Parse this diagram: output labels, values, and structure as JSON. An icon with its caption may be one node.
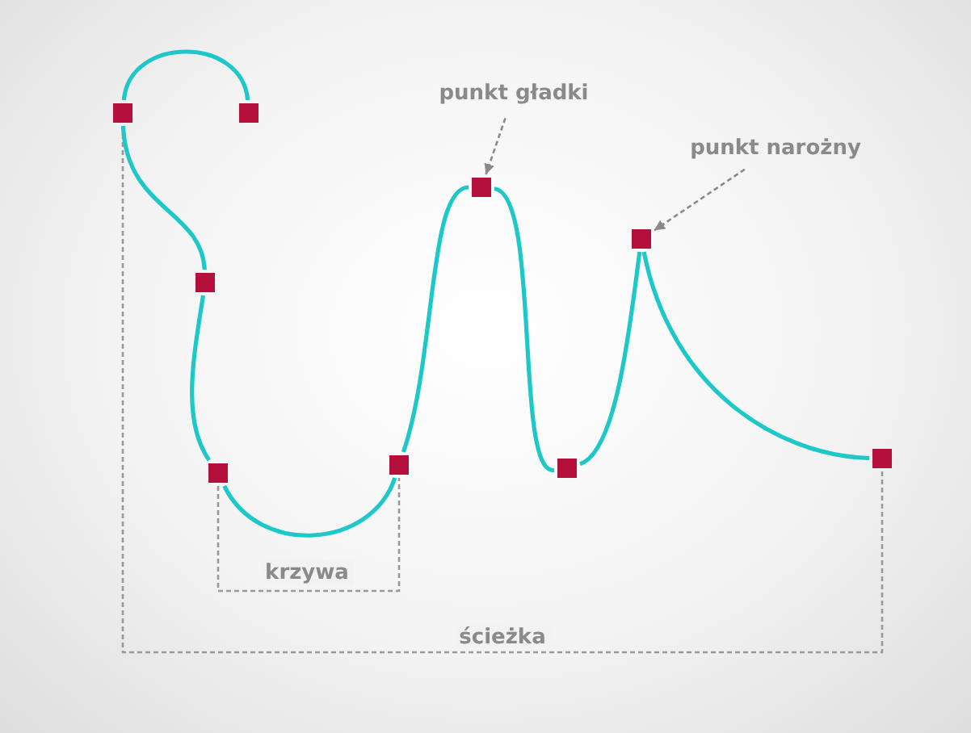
{
  "diagram": {
    "nodes": [
      {
        "text": [
          "punkt gładki"
        ]
      },
      {
        "text": [
          "punkt narożny"
        ]
      },
      {
        "text": [],
        "shape": "box"
      },
      {
        "text": [],
        "shape": "box"
      },
      {
        "text": [],
        "shape": "box"
      },
      {
        "text": [],
        "shape": "box"
      },
      {
        "text": [],
        "shape": "box"
      },
      {
        "text": [],
        "shape": "box"
      },
      {
        "text": [],
        "shape": "box"
      },
      {
        "text": [],
        "shape": "box"
      },
      {
        "text": [],
        "shape": "box"
      }
    ],
    "edges": [
      {
        "from": 5,
        "to": 2,
        "arrow": "none"
      },
      {
        "from": 2,
        "to": 3,
        "arrow": "none"
      },
      {
        "from": 3,
        "to": 4,
        "arrow": "none"
      },
      {
        "from": 4,
        "to": 6,
        "arrow": "none"
      },
      {
        "from": 6,
        "to": 7,
        "arrow": "none"
      },
      {
        "from": 7,
        "to": 8,
        "arrow": "none"
      },
      {
        "from": 8,
        "to": 9,
        "arrow": "none"
      },
      {
        "from": 9,
        "to": 10,
        "arrow": "none"
      },
      {
        "from": 0,
        "to": 7,
        "arrow": "to",
        "style": "dashed",
        "color": "#8a8a8a"
      },
      {
        "from": 1,
        "to": 9,
        "arrow": "to",
        "style": "dashed",
        "color": "#8a8a8a"
      }
    ],
    "labels": [
      "krzywa",
      "ścieżka"
    ]
  }
}
